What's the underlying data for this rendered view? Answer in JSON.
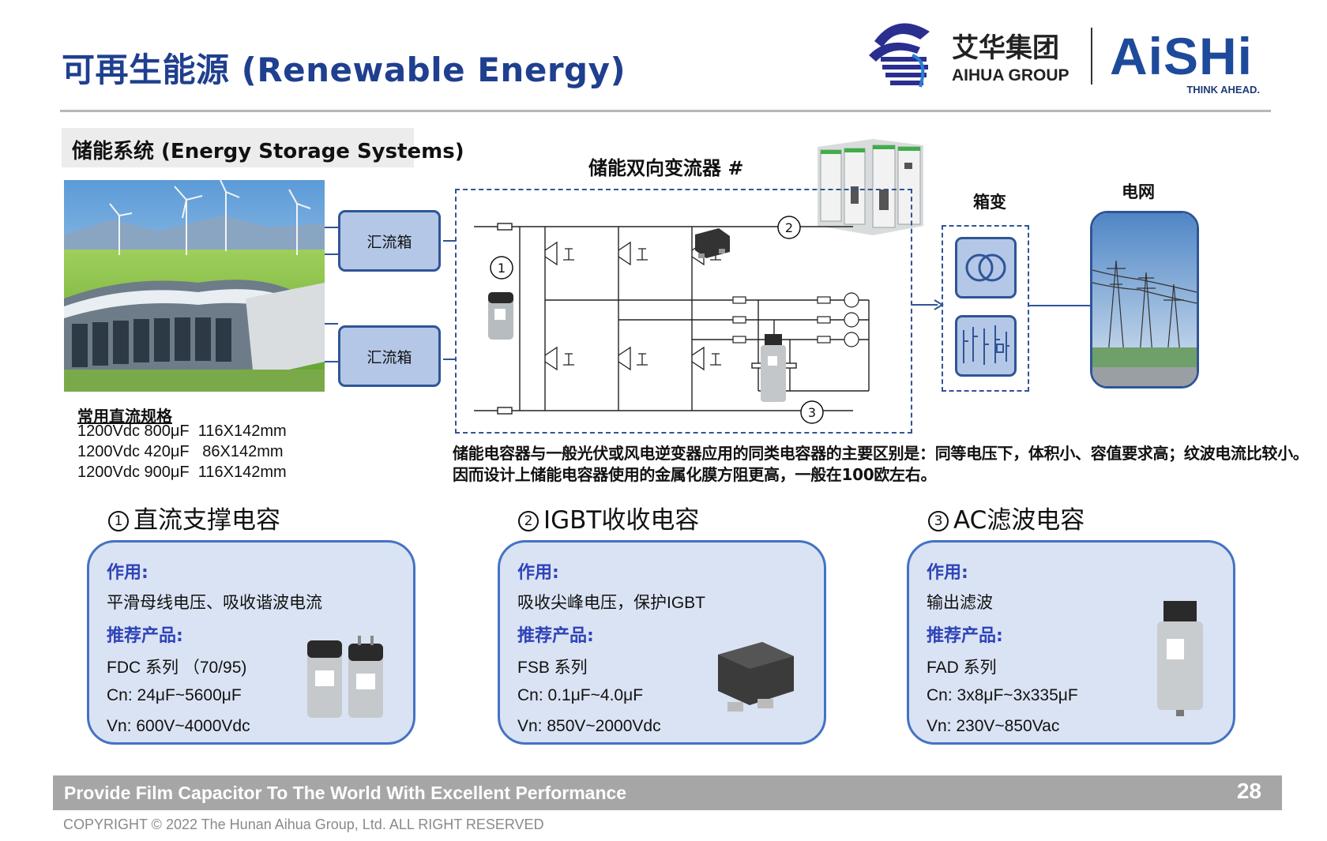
{
  "header": {
    "title": "可再生能源 (Renewable Energy)",
    "logo_cn": "艾华集团",
    "logo_en": "AIHUA GROUP",
    "brand": "AiSHi",
    "brand_tagline": "THINK AHEAD."
  },
  "section_label": "储能系统 (Energy Storage Systems)",
  "combiners": [
    "汇流箱",
    "汇流箱"
  ],
  "specs": {
    "title": "常用直流规格",
    "lines": [
      "1200Vdc 800μF  116X142mm",
      "1200Vdc 420μF   86X142mm",
      "1200Vdc 900μF  116X142mm"
    ]
  },
  "diagram": {
    "title": "储能双向变流器 #",
    "markers": [
      "①",
      "②",
      "③"
    ],
    "label_box_transformer": "箱变",
    "label_grid": "电网"
  },
  "notes": [
    "储能电容器与一般光伏或风电逆变器应用的同类电容器的主要区别是：同等电压下，体积小、容值要求高；纹波电流比较小。",
    "因而设计上储能电容器使用的金属化膜方阻更高，一般在100欧左右。"
  ],
  "cards": [
    {
      "num": "①",
      "title": "直流支撑电容",
      "role_label": "作用:",
      "role": "平滑母线电压、吸收谐波电流",
      "product_label": "推荐产品:",
      "series": "FDC 系列 （70/95)",
      "cn": "Cn: 24μF~5600μF",
      "vn": "Vn:  600V~4000Vdc"
    },
    {
      "num": "②",
      "title": "IGBT收收电容",
      "role_label": "作用:",
      "role": "吸收尖峰电压，保护IGBT",
      "product_label": "推荐产品:",
      "series": "FSB 系列",
      "cn": "Cn:  0.1μF~4.0μF",
      "vn": "Vn:  850V~2000Vdc"
    },
    {
      "num": "③",
      "title": "AC滤波电容",
      "role_label": "作用:",
      "role": "输出滤波",
      "product_label": "推荐产品:",
      "series": "FAD 系列",
      "cn": "Cn:  3x8μF~3x335μF",
      "vn": "Vn:  230V~850Vac"
    }
  ],
  "footer": {
    "slogan": "Provide Film Capacitor To The World With Excellent Performance",
    "page": "28",
    "copyright": "COPYRIGHT © 2022 The Hunan Aihua Group, Ltd. ALL RIGHT RESERVED"
  },
  "colors": {
    "title_blue": "#1f3f8f",
    "accent_blue": "#2f5597",
    "card_fill": "#dae3f3",
    "box_fill": "#b4c7e7",
    "footer_gray": "#a6a6a6"
  }
}
